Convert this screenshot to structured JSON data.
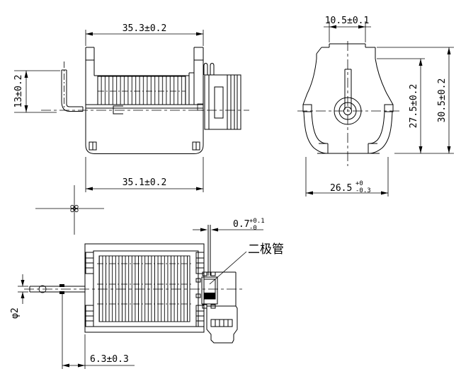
{
  "drawing": {
    "dimensions": {
      "top_width": "35.3±0.2",
      "bottom_width": "35.1±0.2",
      "pin_height": "13±0.2",
      "tab_width": "10.5±0.1",
      "body_height_inner": "27.5±0.2",
      "body_height_outer": "30.5±0.2",
      "base_width": {
        "value": "26.5",
        "tol_upper": "+0",
        "tol_lower": "-0.3"
      },
      "terminal_thickness": {
        "value": "0.7",
        "tol_upper": "+0.1",
        "tol_lower": "-0"
      },
      "shaft_diameter": "φ2",
      "shaft_offset": "6.3±0.3"
    },
    "labels": {
      "diode": "二极管"
    },
    "colors": {
      "line": "#000000",
      "background": "#ffffff"
    }
  }
}
